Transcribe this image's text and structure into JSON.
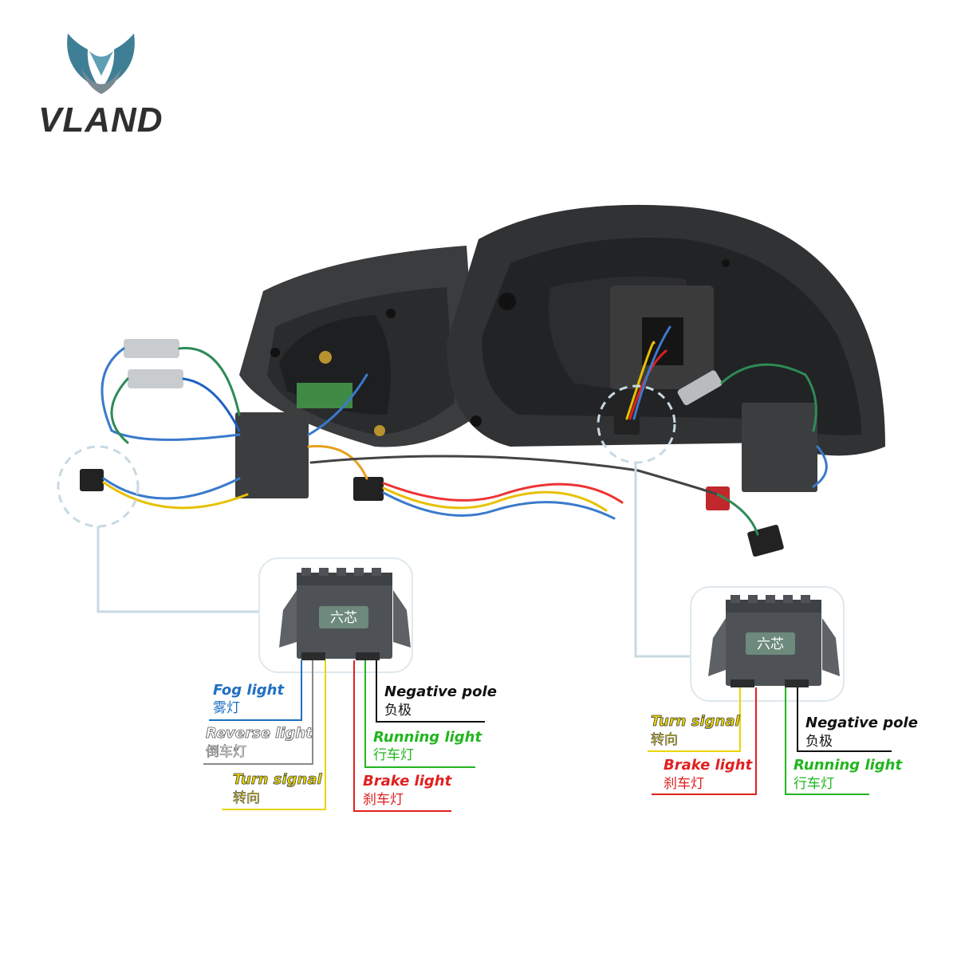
{
  "brand": {
    "name": "VLAND"
  },
  "colors": {
    "fog": "#1f6fc1",
    "reverse": "#8a8a8a",
    "turn": "#e8d600",
    "running": "#22b51f",
    "brake": "#e02020",
    "negative": "#111111"
  },
  "left_connector": {
    "chip": "六芯",
    "labels": {
      "fog_en": "Fog light",
      "fog_cn": "雾灯",
      "reverse_en": "Reverse light",
      "reverse_cn": "倒车灯",
      "turn_en": "Turn signal",
      "turn_cn": "转向",
      "negative_en": "Negative pole",
      "negative_cn": "负极",
      "running_en": "Running light",
      "running_cn": "行车灯",
      "brake_en": "Brake light",
      "brake_cn": "刹车灯"
    }
  },
  "right_connector": {
    "chip": "六芯",
    "labels": {
      "turn_en": "Turn signal",
      "turn_cn": "转向",
      "brake_en": "Brake light",
      "brake_cn": "刹车灯",
      "negative_en": "Negative pole",
      "negative_cn": "负极",
      "running_en": "Running light",
      "running_cn": "行车灯"
    }
  }
}
